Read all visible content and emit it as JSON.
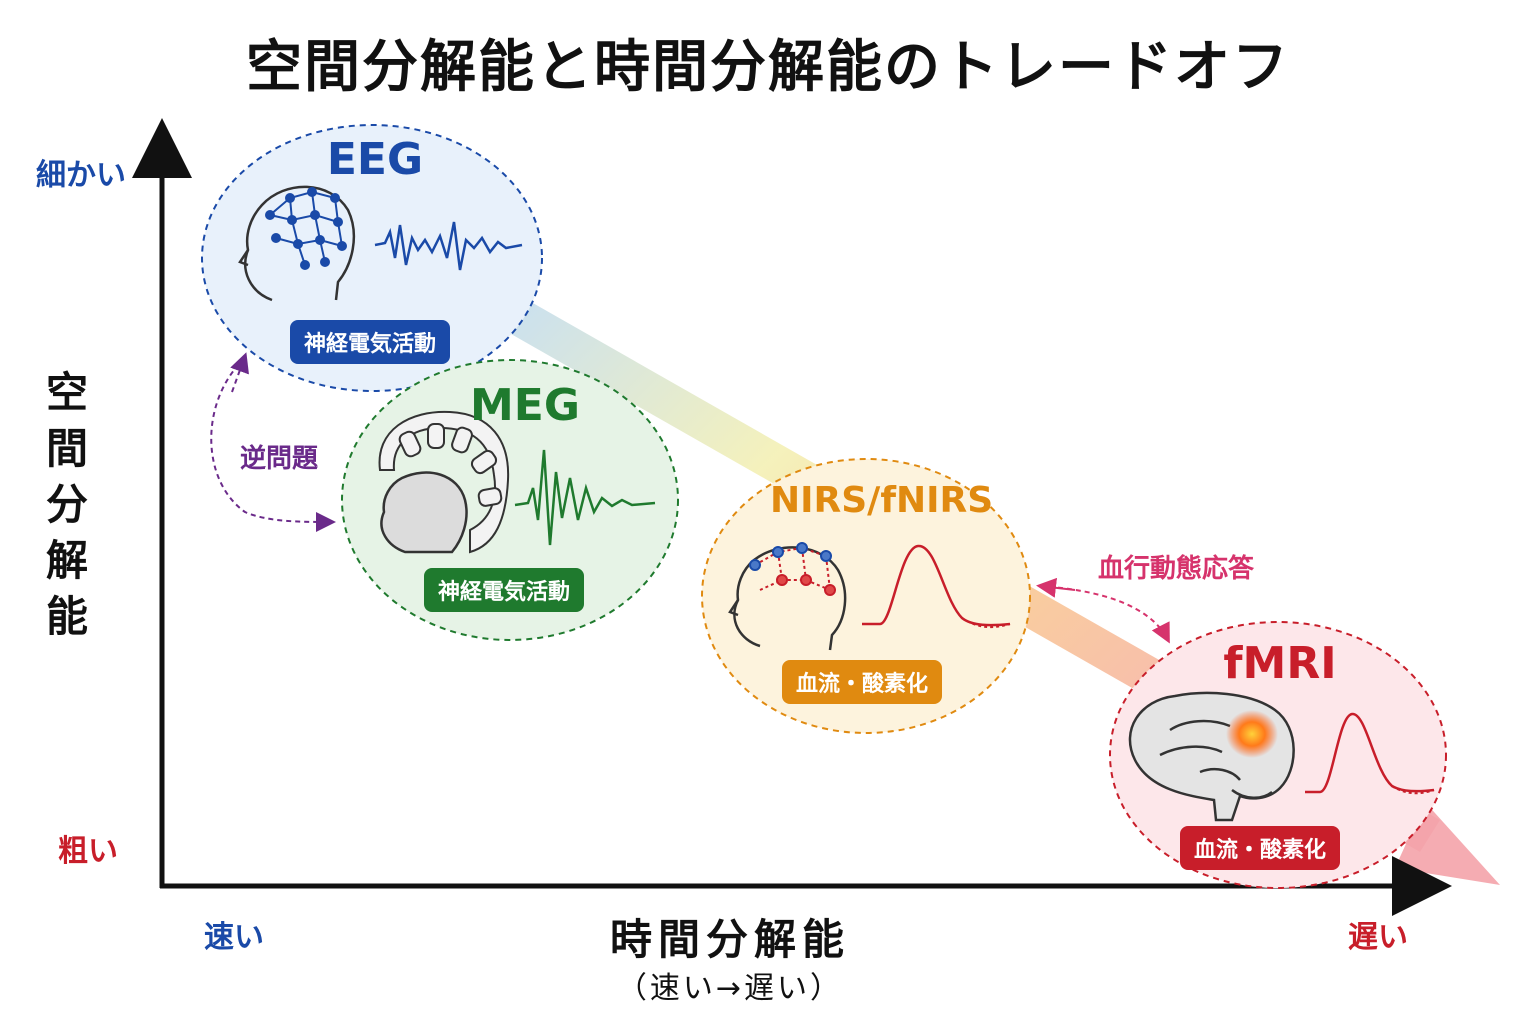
{
  "title": "空間分解能と時間分解能のトレードオフ",
  "y_axis": {
    "label_chars": [
      "空",
      "間",
      "分",
      "解",
      "能"
    ],
    "top": "細かい",
    "bottom": "粗い"
  },
  "x_axis": {
    "label": "時間分解能",
    "sublabel": "（速い→遅い）",
    "left": "速い",
    "right": "遅い"
  },
  "modalities": [
    {
      "name": "EEG",
      "tag": "神経電気活動",
      "color": "#1a4aa8"
    },
    {
      "name": "MEG",
      "tag": "神経電気活動",
      "color": "#1f7a2e"
    },
    {
      "name": "NIRS/fNIRS",
      "tag": "血流・酸素化",
      "color": "#e08a10"
    },
    {
      "name": "fMRI",
      "tag": "血流・酸素化",
      "color": "#c81e2a"
    }
  ],
  "annotations": {
    "inverse_problem": "逆問題",
    "hemodynamic": "血行動態応答"
  },
  "colors": {
    "blue": "#1a4aa8",
    "green": "#1f7a2e",
    "orange": "#e08a10",
    "red": "#c81e2a",
    "purple": "#6a2a8a",
    "pink": "#d6336c"
  }
}
